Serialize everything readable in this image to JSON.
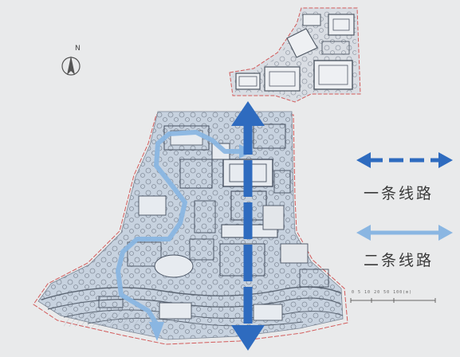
{
  "north_label": "N",
  "legend": {
    "route_one_label": "一条线路",
    "route_two_label": "二条线路"
  },
  "colors": {
    "route_one": "#2e6bbf",
    "route_two": "#8ab6e2",
    "site_fill": "#c7d2df",
    "boundary": "#d25a5a",
    "paper": "#e9eaeb"
  },
  "scale_text": "0  5  10  20          50                100(m)"
}
